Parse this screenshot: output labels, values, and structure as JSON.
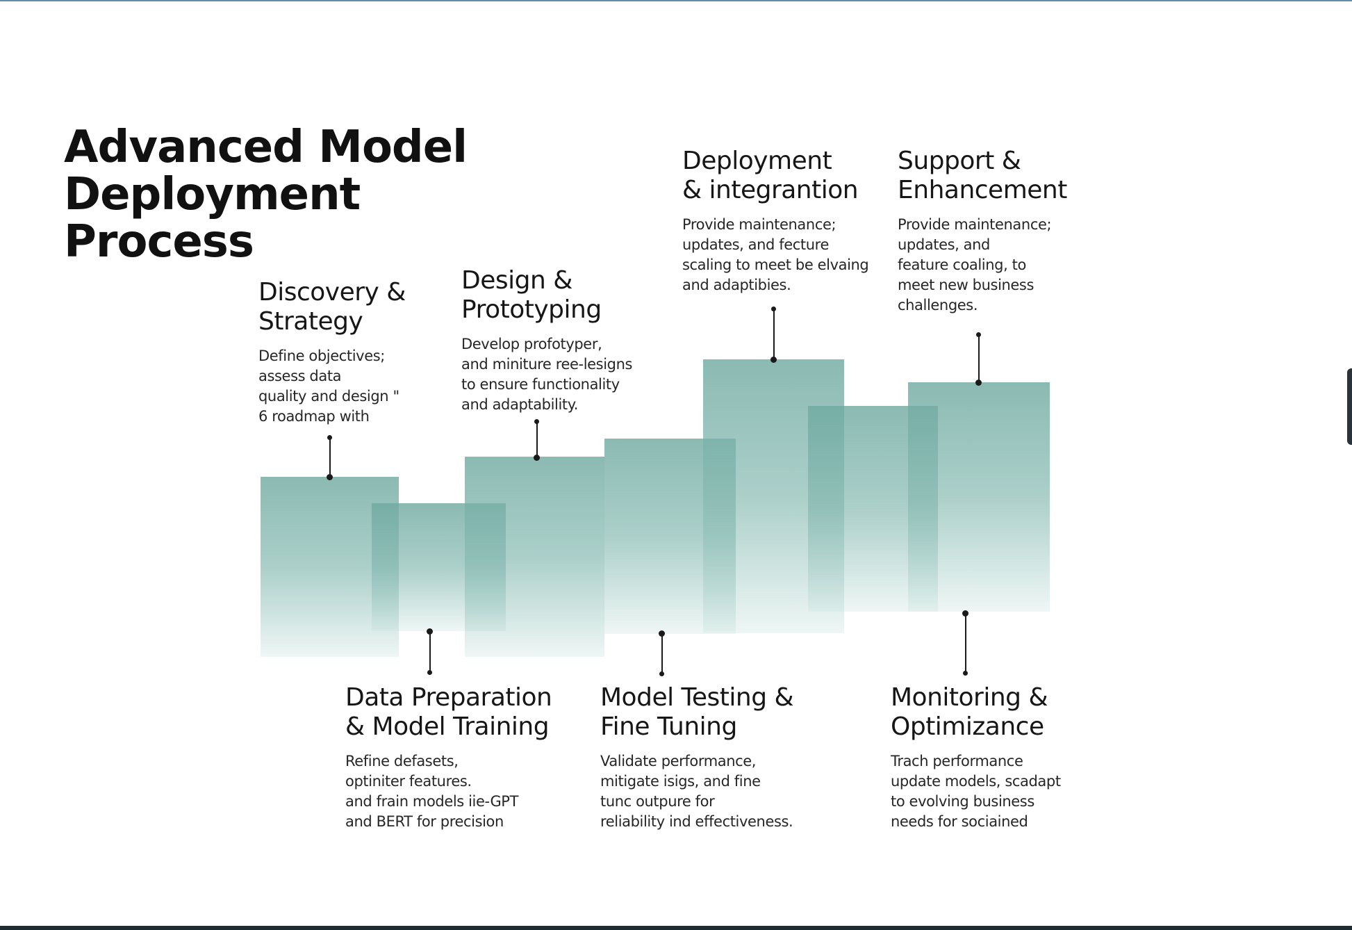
{
  "title": {
    "lines": [
      "Advanced Model",
      "Deployment Process"
    ]
  },
  "stages": {
    "discovery": {
      "title": [
        "Discovery &",
        "Strategy"
      ],
      "desc": [
        "Define objectives;",
        "assess data",
        "quality and design \"",
        "6 roadmap with"
      ]
    },
    "design": {
      "title": [
        "Design &",
        "Prototyping"
      ],
      "desc": [
        "Develop profotyper,",
        "and miniture ree-lesigns",
        "to ensure functionality",
        "and adaptability."
      ]
    },
    "deployment": {
      "title": [
        "Deployment",
        "& integrantion"
      ],
      "desc": [
        "Provide maintenance;",
        "updates, and fecture",
        "scaling to meet be elvaing",
        "and adaptibies."
      ]
    },
    "support": {
      "title": [
        "Support &",
        "Enhancement"
      ],
      "desc": [
        "Provide maintenance;",
        "updates, and",
        "feature coaling, to",
        "meet new business",
        "challenges."
      ]
    },
    "data_prep": {
      "title": [
        "Data Preparation",
        "& Model Training"
      ],
      "desc": [
        "Refine defasets,",
        "optiniter features.",
        "and frain models iie-GPT",
        "and BERT for precision"
      ]
    },
    "testing": {
      "title": [
        "Model Testing &",
        "Fine Tuning"
      ],
      "desc": [
        "Validate performance,",
        "mitigate isigs, and fine",
        "tunc outpure for",
        "reliability ind effectiveness."
      ]
    },
    "monitoring": {
      "title": [
        "Monitoring &",
        "Optimizance"
      ],
      "desc": [
        "Trach performance",
        "update models, scadapt",
        "to evolving business",
        "needs for sociained"
      ]
    }
  },
  "colors": {
    "block_teal": "#6ea9a0",
    "connector": "#1a1a1a",
    "text": "#161616"
  }
}
